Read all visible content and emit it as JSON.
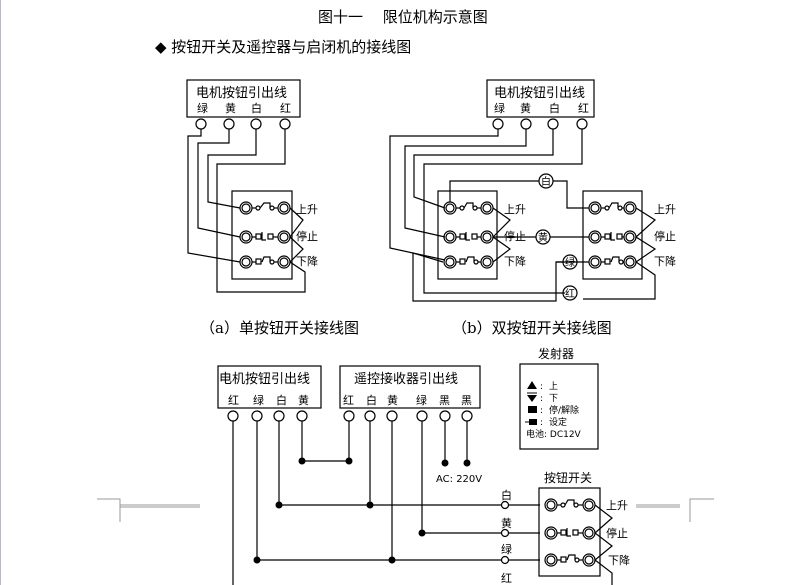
{
  "page": {
    "figure_title": "图十一　 限位机构示意图",
    "section_heading": "◆ 按钮开关及遥控器与启闭机的接线图"
  },
  "diagram_a": {
    "caption": "（a）单按钮开关接线图",
    "lead_box_title": "电机按钮引出线",
    "wire_labels": [
      "绿",
      "黄",
      "白",
      "红"
    ],
    "switch_labels": [
      "上升",
      "停止",
      "下降"
    ]
  },
  "diagram_b": {
    "caption": "（b）双按钮开关接线图",
    "lead_box_title": "电机按钮引出线",
    "wire_labels": [
      "绿",
      "黄",
      "白",
      "红"
    ],
    "switch_labels": [
      "上升",
      "停止",
      "下降"
    ],
    "junction_labels": [
      "白",
      "黄",
      "绿",
      "红"
    ]
  },
  "diagram_c": {
    "motor_box_title": "电机按钮引出线",
    "motor_wire_labels": [
      "红",
      "绿",
      "白",
      "黄"
    ],
    "receiver_box_title": "遥控接收器引出线",
    "receiver_wire_labels": [
      "红",
      "白",
      "黄",
      "绿",
      "黑",
      "黑"
    ],
    "power_label": "AC: 220V",
    "switch_box_title": "按钮开关",
    "switch_labels": [
      "上升",
      "停止",
      "下降"
    ],
    "terminal_labels": [
      "白",
      "黄",
      "绿",
      "红"
    ]
  },
  "transmitter": {
    "title": "发射器",
    "keys": [
      {
        "symbol": "up-triangle-icon",
        "label": "上"
      },
      {
        "symbol": "down-triangle-icon",
        "label": "下"
      },
      {
        "symbol": "square-icon",
        "label": "停/解除"
      },
      {
        "symbol": "dash-square-icon",
        "label": "设定"
      }
    ],
    "battery_label": "电池: DC12V"
  }
}
